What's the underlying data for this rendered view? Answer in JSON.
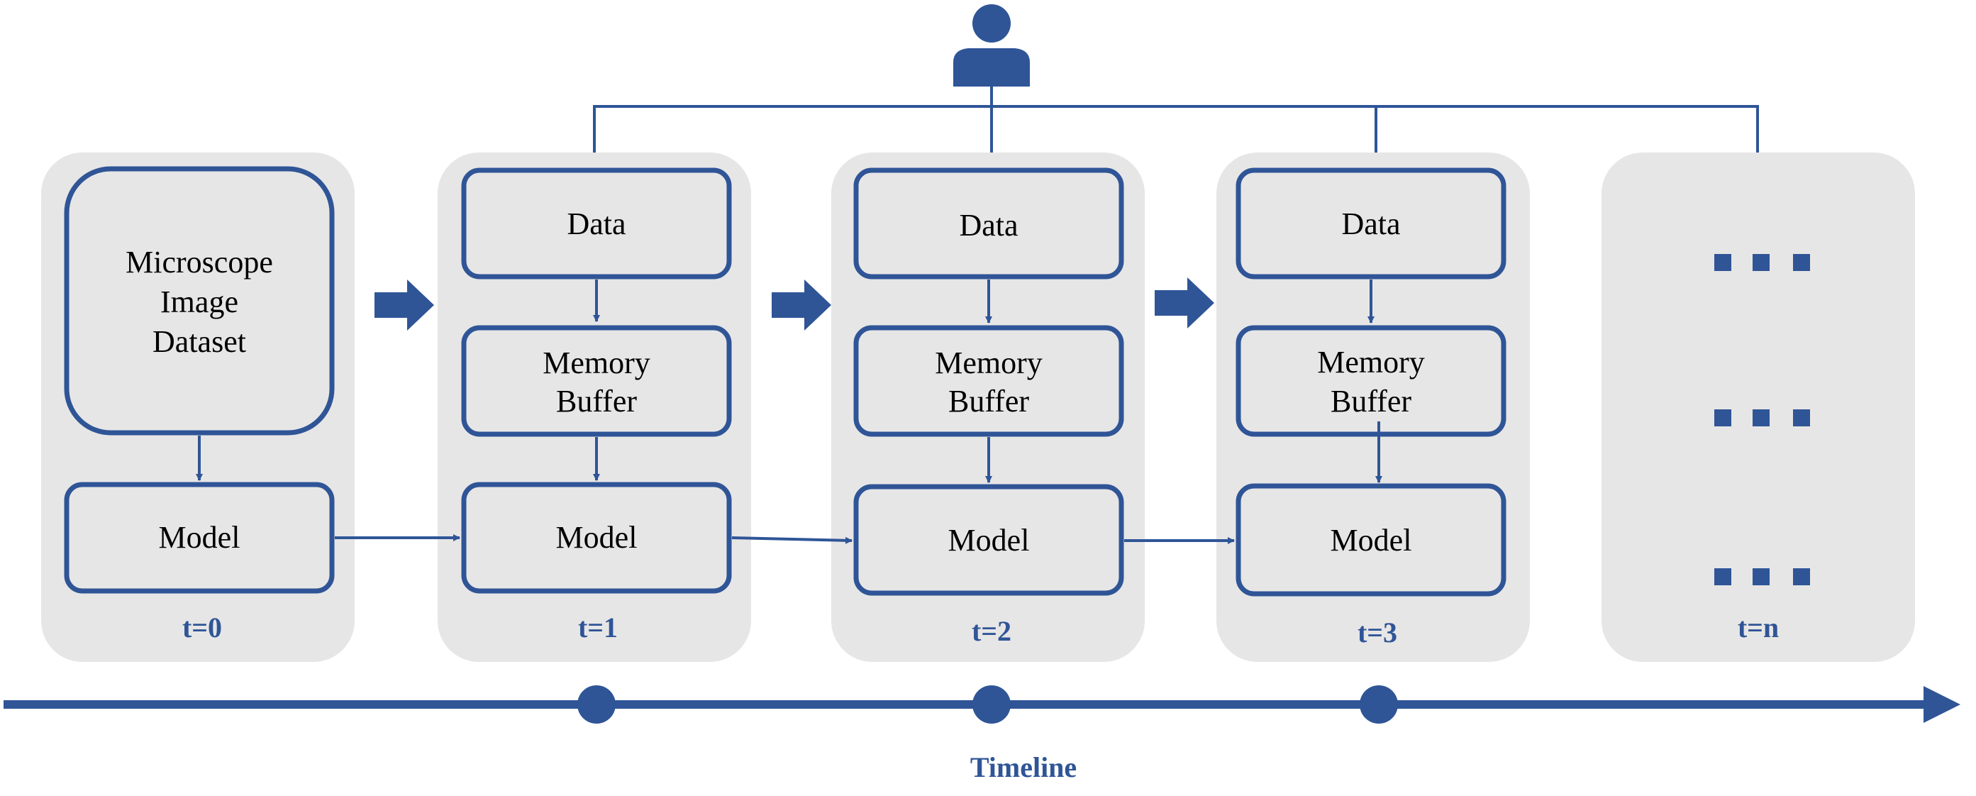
{
  "stages": [
    {
      "label": "t=0",
      "data_text": [
        "Microscope",
        "Image",
        "Dataset"
      ],
      "model_text": "Model"
    },
    {
      "label": "t=1",
      "data_text": "Data",
      "memory_text": [
        "Memory",
        "Buffer"
      ],
      "model_text": "Model"
    },
    {
      "label": "t=2",
      "data_text": "Data",
      "memory_text": [
        "Memory",
        "Buffer"
      ],
      "model_text": "Model"
    },
    {
      "label": "t=3",
      "data_text": "Data",
      "memory_text": [
        "Memory",
        "Buffer"
      ],
      "model_text": "Model"
    },
    {
      "label": "t=n"
    }
  ],
  "timeline_label": "Timeline",
  "colors": {
    "accent": "#2f5597",
    "panel": "#e7e6e6"
  },
  "icons": [
    "user-icon",
    "ellipsis-icon",
    "arrow-right-icon",
    "timeline-arrow-icon"
  ]
}
